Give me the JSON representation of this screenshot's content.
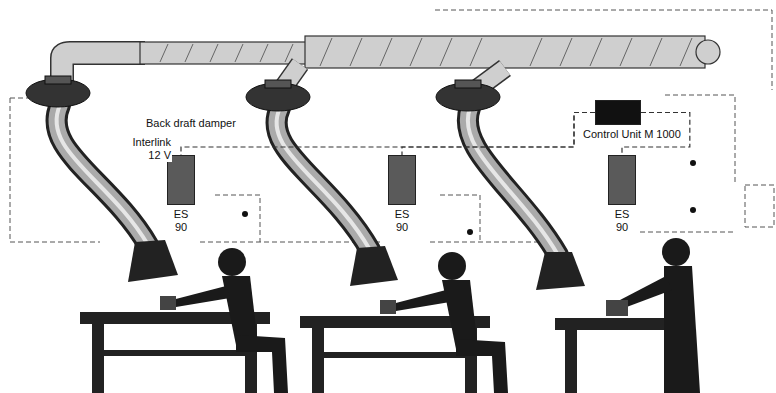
{
  "diagram": {
    "nodes": [
      {
        "text": [
          "ES 90"
        ]
      },
      {
        "text": [
          "ES 90"
        ]
      },
      {
        "text": [
          "Control Unit M 1000"
        ]
      },
      {
        "text": [
          "ES 90"
        ]
      }
    ],
    "edges": [
      {
        "from": 2,
        "to": 0,
        "arrow": "none"
      },
      {
        "from": 2,
        "to": 1,
        "arrow": "none"
      },
      {
        "from": 2,
        "to": 3,
        "arrow": "none"
      }
    ],
    "labels": [
      "Back draft damper",
      "Interlink 12 V"
    ]
  }
}
